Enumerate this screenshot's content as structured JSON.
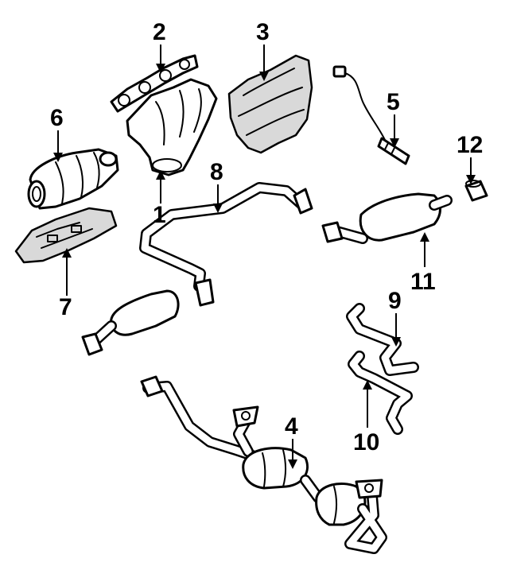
{
  "diagram": {
    "callouts": [
      {
        "id": "1",
        "text": "1"
      },
      {
        "id": "2",
        "text": "2"
      },
      {
        "id": "3",
        "text": "3"
      },
      {
        "id": "4",
        "text": "4"
      },
      {
        "id": "5",
        "text": "5"
      },
      {
        "id": "6",
        "text": "6"
      },
      {
        "id": "7",
        "text": "7"
      },
      {
        "id": "8",
        "text": "8"
      },
      {
        "id": "9",
        "text": "9"
      },
      {
        "id": "10",
        "text": "10"
      },
      {
        "id": "11",
        "text": "11"
      },
      {
        "id": "12",
        "text": "12"
      }
    ],
    "colors": {
      "line": "#000000",
      "background": "#ffffff",
      "shade": "#d9d9d9"
    }
  }
}
